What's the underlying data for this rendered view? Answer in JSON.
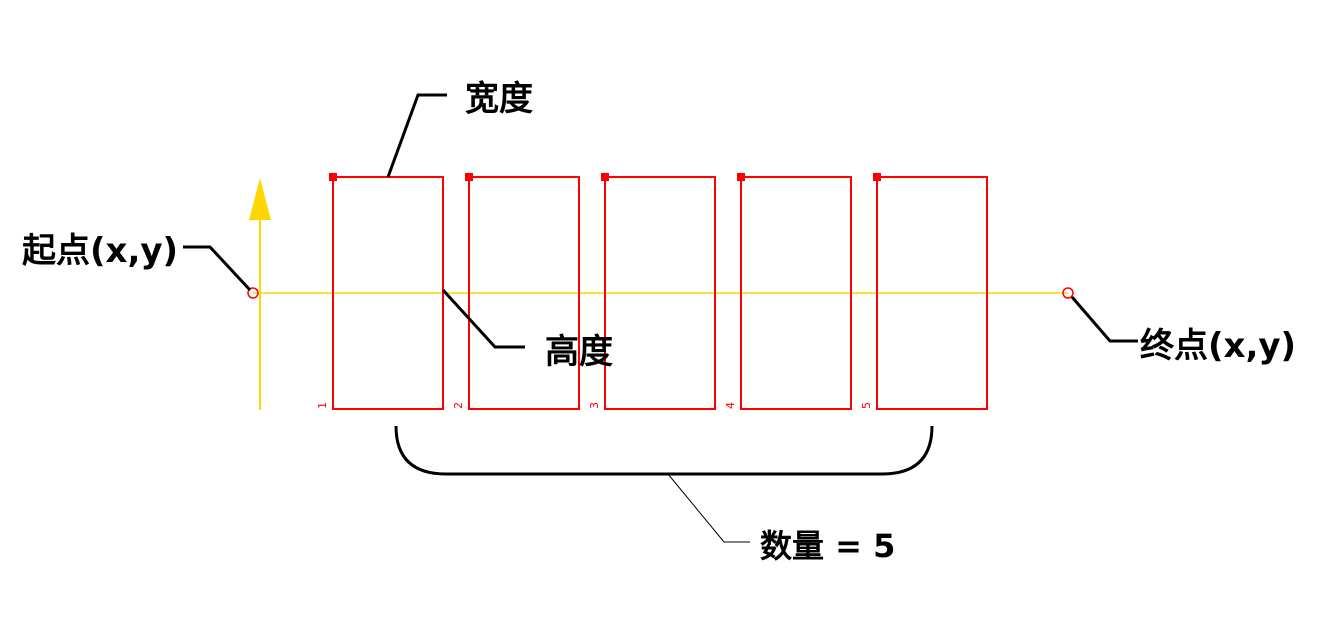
{
  "labels": {
    "width": "宽度",
    "height": "高度",
    "start": "起点(x,y)",
    "end": "终点(x,y)",
    "count": "数量 = 5"
  },
  "rectangles": [
    {
      "index": "1"
    },
    {
      "index": "2"
    },
    {
      "index": "3"
    },
    {
      "index": "4"
    },
    {
      "index": "5"
    }
  ],
  "colors": {
    "rect": "#ff0000",
    "axis": "#ffd700",
    "baseline": "#ffd700",
    "leader": "#000000"
  }
}
